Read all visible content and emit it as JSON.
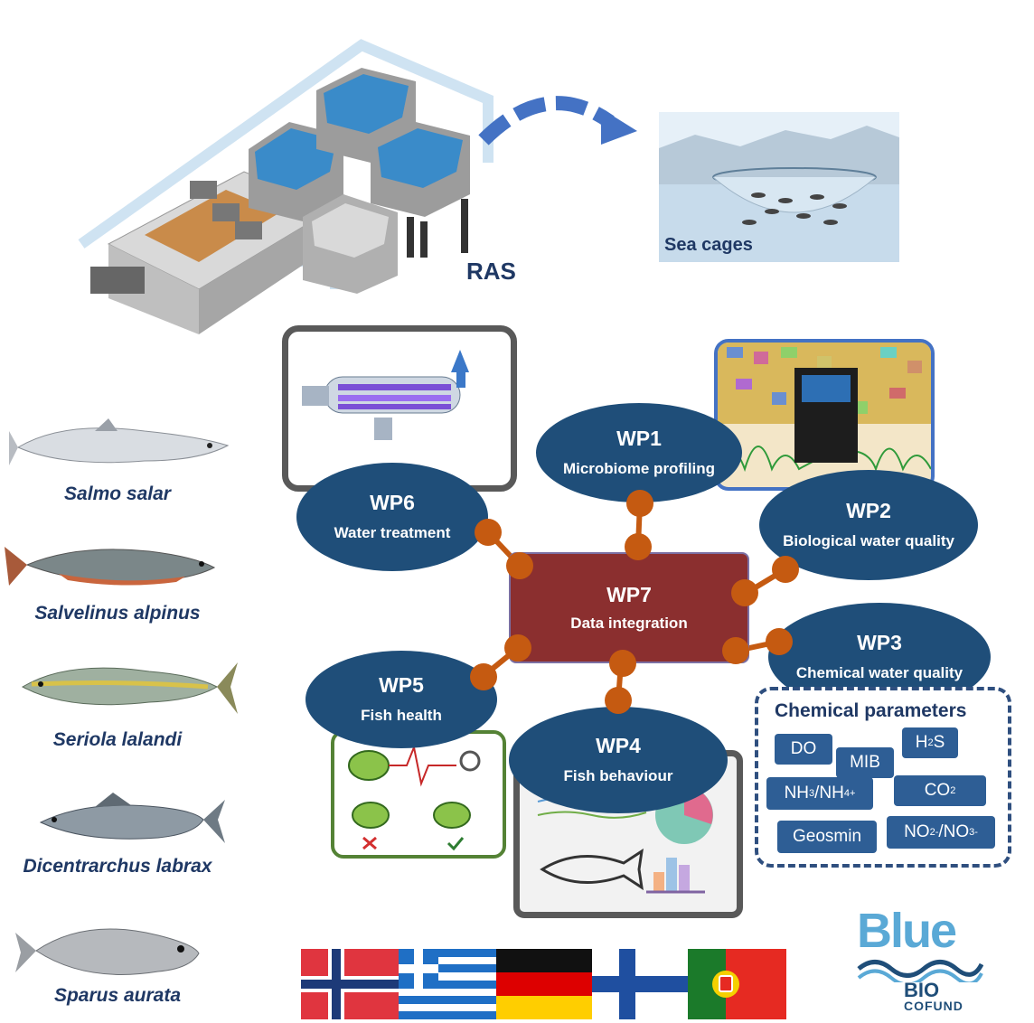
{
  "ras": {
    "label": "RAS"
  },
  "sea_cages": {
    "label": "Sea cages"
  },
  "work_packages": {
    "wp1": {
      "id": "WP1",
      "title": "Microbiome profiling"
    },
    "wp2": {
      "id": "WP2",
      "title": "Biological water quality"
    },
    "wp3": {
      "id": "WP3",
      "title": "Chemical water quality"
    },
    "wp4": {
      "id": "WP4",
      "title": "Fish behaviour"
    },
    "wp5": {
      "id": "WP5",
      "title": "Fish health"
    },
    "wp6": {
      "id": "WP6",
      "title": "Water treatment"
    },
    "wp7": {
      "id": "WP7",
      "title": "Data integration"
    }
  },
  "species": [
    "Salmo salar",
    "Salvelinus alpinus",
    "Seriola lalandi",
    "Dicentrarchus labrax",
    "Sparus aurata"
  ],
  "chemical_parameters": {
    "title": "Chemical parameters",
    "do": "DO",
    "mib": "MIB",
    "h2s": {
      "base": "H",
      "sub": "2",
      "rest": "S"
    },
    "nh": {
      "a": "NH",
      "a_sub": "3",
      "sep": "/NH",
      "b_sub": "4",
      "b_sup": "+"
    },
    "co2": {
      "base": "CO",
      "sub": "2"
    },
    "geosmin": "Geosmin",
    "no": {
      "a": "NO",
      "a_sub": "2",
      "a_sup": "-",
      "sep": "/NO",
      "b_sub": "3",
      "b_sup": "-"
    }
  },
  "logo": {
    "blue": "Blue",
    "bio": "BIO",
    "cofund": "COFUND"
  },
  "flags": [
    "norway-flag",
    "greece-flag",
    "germany-flag",
    "finland-flag",
    "portugal-flag"
  ],
  "colors": {
    "wp_fill": "#1f4e79",
    "wp7_fill": "#8b2f2f",
    "connector": "#c55a11",
    "species_text": "#1f3864",
    "chip_fill": "#2e5e95",
    "fish_health_border": "#548235"
  }
}
